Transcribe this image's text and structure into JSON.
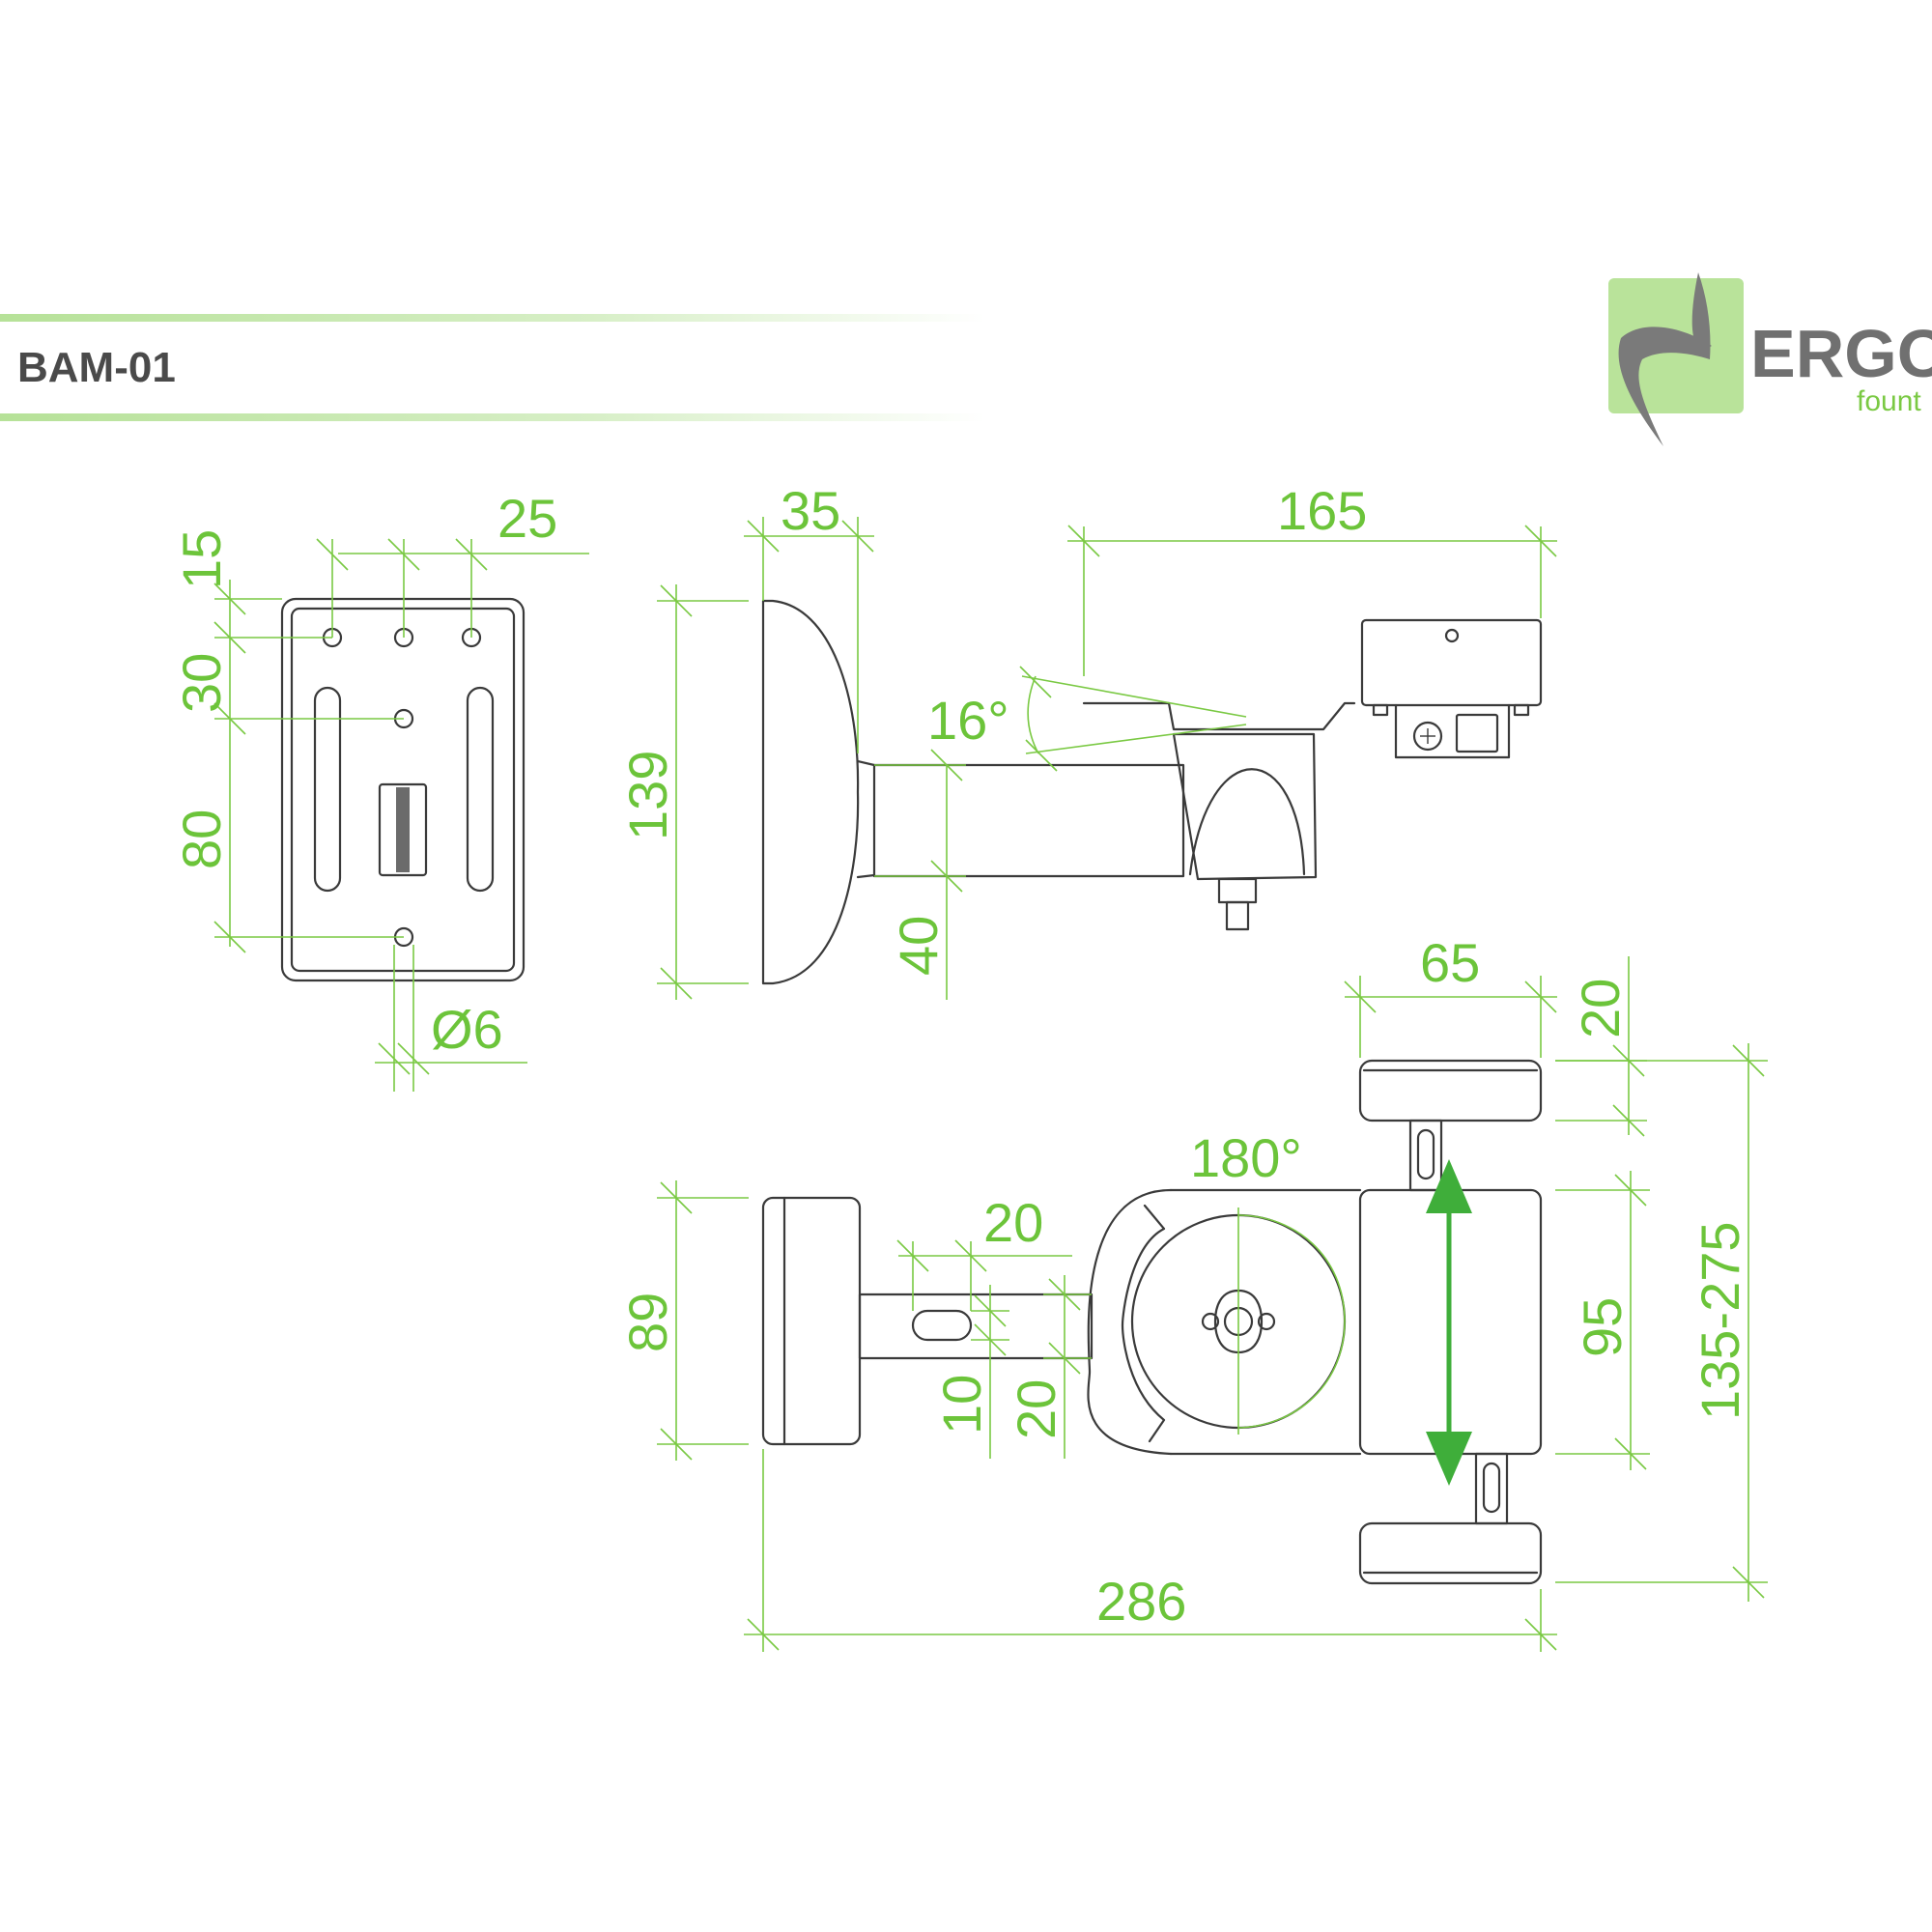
{
  "model": "BAM-01",
  "brand": {
    "name": "ERGO",
    "sub": "fount",
    "colors": {
      "accent": "#7ac943",
      "logo_bg": "#b9e39a",
      "text": "#707070"
    }
  },
  "wall_plate": {
    "hole_spacing": "25",
    "top_margin": "15",
    "upper_spacing": "30",
    "lower_spacing": "80",
    "hole_diameter": "Ø6"
  },
  "side_view": {
    "base_depth": "35",
    "arm_length": "165",
    "height": "139",
    "tilt": "16°",
    "arm_height": "40"
  },
  "top_view": {
    "clamp_depth": "65",
    "clamp_top": "20",
    "clamp_range": "135-275",
    "swivel": "180°",
    "slot_width": "20",
    "slot_height": "10",
    "slot_offset": "20",
    "base_width": "89",
    "body_height": "95",
    "total_length": "286"
  }
}
